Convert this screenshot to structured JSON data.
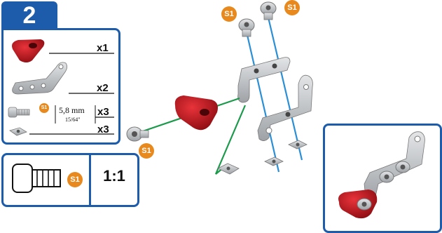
{
  "step": {
    "number": "2"
  },
  "parts": [
    {
      "name": "red-wedge",
      "qty": "x1"
    },
    {
      "name": "angle-bracket",
      "qty": "x2"
    },
    {
      "name": "screw",
      "qty": "x3",
      "badge": "S1",
      "size_mm": "5,8 mm",
      "size_in": "15/64\""
    },
    {
      "name": "square-nut",
      "qty": "x3"
    }
  ],
  "scale_box": {
    "badge": "S1",
    "ratio": "1:1"
  },
  "diagram": {
    "callouts": [
      "S1",
      "S1",
      "S1"
    ]
  },
  "colors": {
    "frame_blue": "#1d5cab",
    "badge_orange": "#e8891e",
    "guide_green": "#1a9a4a",
    "guide_blue": "#2a8fd6",
    "part_red": "#c0161d",
    "metal": "#b9bcbf"
  }
}
